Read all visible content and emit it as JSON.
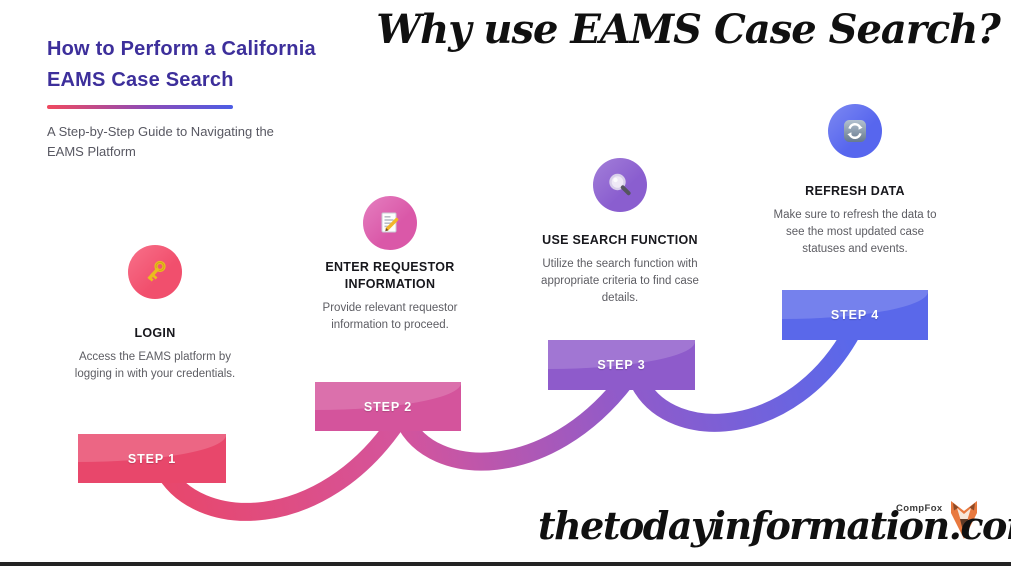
{
  "header": {
    "title_line1": "How to Perform a California",
    "title_line2": "EAMS Case Search",
    "subtitle": "A Step-by-Step Guide to Navigating the EAMS Platform"
  },
  "hero": {
    "question_title": "Why use EAMS Case Search?"
  },
  "steps": [
    {
      "label": "STEP 1",
      "heading": "LOGIN",
      "description": "Access the EAMS platform by logging in with your credentials.",
      "icon": "key-icon",
      "banner_color": "#e8476b",
      "circle_color": "#f1556f"
    },
    {
      "label": "STEP 2",
      "heading": "ENTER REQUESTOR INFORMATION",
      "description": "Provide relevant requestor information to proceed.",
      "icon": "memo-pencil-icon",
      "banner_color": "#d4549c",
      "circle_color": "#dd60ae"
    },
    {
      "label": "STEP 3",
      "heading": "USE SEARCH FUNCTION",
      "description": "Utilize the search function with appropriate criteria to find case details.",
      "icon": "magnifier-icon",
      "banner_color": "#8e5bcb",
      "circle_color": "#8d64d2"
    },
    {
      "label": "STEP 4",
      "heading": "REFRESH DATA",
      "description": "Make sure to refresh the data to see the most updated case statuses and events.",
      "icon": "refresh-icon",
      "banner_color": "#5a68ea",
      "circle_color": "#5d6af0"
    }
  ],
  "footer": {
    "website": "thetodayinformation.com",
    "brand": "CompFox"
  },
  "colors": {
    "title_text": "#3d2f9b",
    "underline_start": "#f0495f",
    "underline_end": "#4c5de5",
    "body_text": "#5d5d63"
  }
}
